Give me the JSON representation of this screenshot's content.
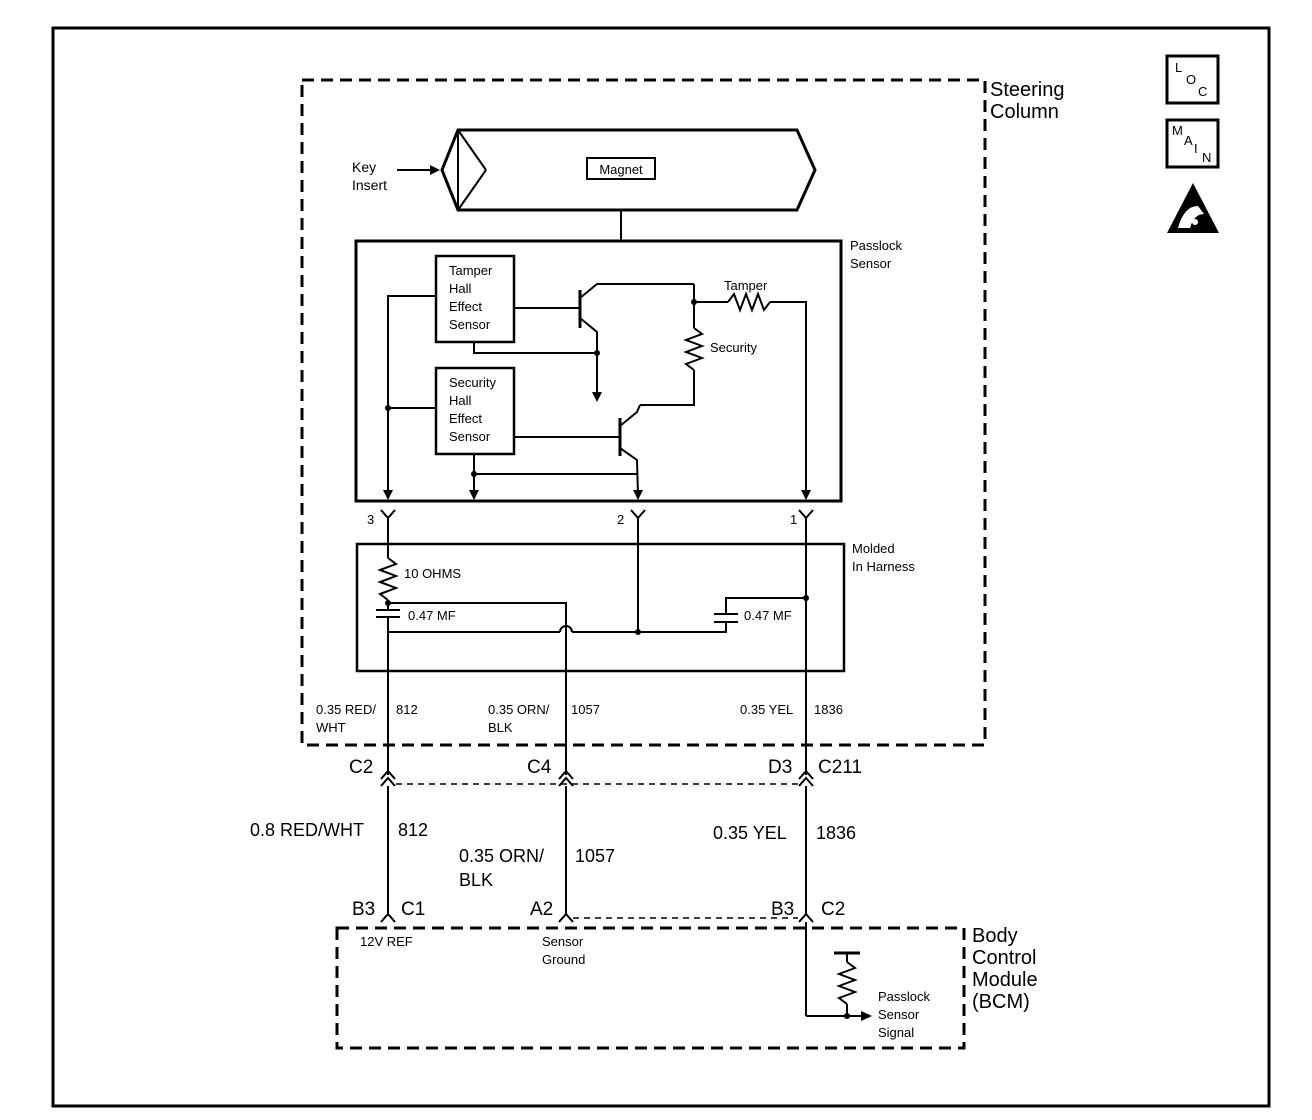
{
  "steering_column": {
    "line1": "Steering",
    "line2": "Column"
  },
  "key_insert": {
    "line1": "Key",
    "line2": "Insert"
  },
  "magnet_label": "Magnet",
  "passlock_sensor": {
    "line1": "Passlock",
    "line2": "Sensor"
  },
  "tamper_sensor": [
    "Tamper",
    "Hall",
    "Effect",
    "Sensor"
  ],
  "security_sensor": [
    "Security",
    "Hall",
    "Effect",
    "Sensor"
  ],
  "tamper_resistor": "Tamper",
  "security_resistor": "Security",
  "pins": {
    "p3": "3",
    "p2": "2",
    "p1": "1"
  },
  "molded_harness": {
    "line1": "Molded",
    "line2": "In Harness"
  },
  "resistor_10": "10 OHMS",
  "cap_left": "0.47 MF",
  "cap_right": "0.47 MF",
  "inner_wires": {
    "w1_a": "0.35 RED/",
    "w1_b": "WHT",
    "w1_circuit": "812",
    "w2_a": "0.35 ORN/",
    "w2_b": "BLK",
    "w2_circuit": "1057",
    "w3_a": "0.35 YEL",
    "w3_circuit": "1836"
  },
  "upper_connector": {
    "c2": "C2",
    "c4": "C4",
    "d3": "D3",
    "name": "C211"
  },
  "outer_wires": {
    "w1": "0.8 RED/WHT",
    "w1_circuit": "812",
    "w2_a": "0.35 ORN/",
    "w2_b": "BLK",
    "w2_circuit": "1057",
    "w3": "0.35 YEL",
    "w3_circuit": "1836"
  },
  "lower_connectors": {
    "b3_left": "B3",
    "c1": "C1",
    "a2": "A2",
    "b3_right": "B3",
    "c2": "C2"
  },
  "bcm": {
    "line1": "Body",
    "line2": "Control",
    "line3": "Module",
    "line4": "(BCM)"
  },
  "bcm_pins": {
    "ref": "12V REF",
    "ground_a": "Sensor",
    "ground_b": "Ground",
    "signal_a": "Passlock",
    "signal_b": "Sensor",
    "signal_c": "Signal"
  },
  "icons": {
    "loc": {
      "l1": "L",
      "l2": "O",
      "l3": "C"
    },
    "main": {
      "l1": "M",
      "l2": "A",
      "l3": "I",
      "l4": "N"
    },
    "esd": "esd-warning-icon"
  }
}
